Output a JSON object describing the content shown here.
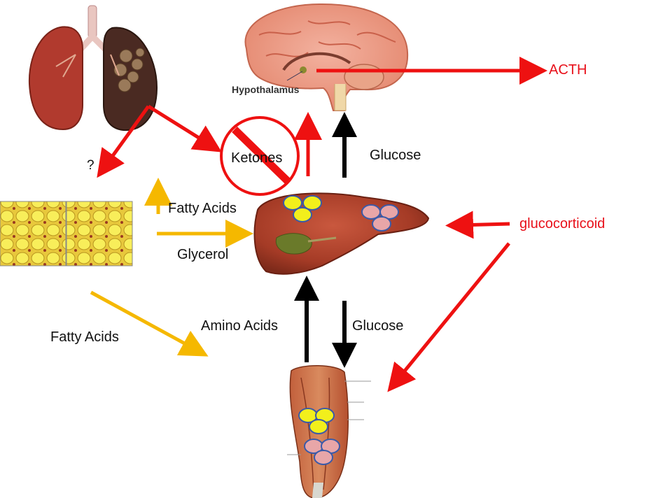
{
  "labels": {
    "hypothalamus": "Hypothalamus",
    "acth": "ACTH",
    "question": "?",
    "ketones": "Ketones",
    "glucose_top": "Glucose",
    "fatty_acids_up": "Fatty Acids",
    "glycerol": "Glycerol",
    "glucocorticoid": "glucocorticoid",
    "amino_acids": "Amino Acids",
    "glucose_bottom": "Glucose",
    "fatty_acids_low": "Fatty Acids"
  },
  "colors": {
    "red_arrow": "#ee1111",
    "black_arrow": "#000000",
    "yellow_arrow": "#f5b800",
    "label_red": "#e8101a",
    "cell_yellow": "#f2ef1c",
    "cell_pink": "#e8a6a8",
    "cell_border": "#3a5aa8"
  },
  "icons": [
    "lungs-with-tumor-icon",
    "brain-icon",
    "liver-icon",
    "fat-tissue-icon",
    "leg-muscle-icon",
    "no-ketones-icon"
  ]
}
